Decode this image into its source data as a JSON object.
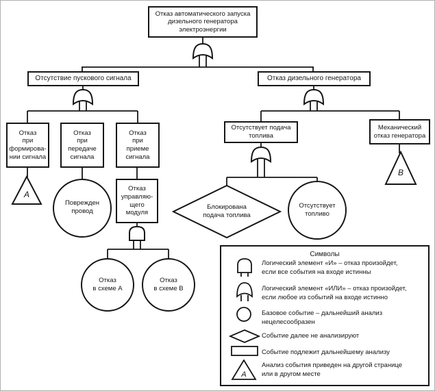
{
  "nodes": {
    "root": "Отказ автоматического запуска\nдизельного генератора\nэлектроэнергии",
    "no_start_signal": "Отсутствие пускового сигнала",
    "fail_forming": "Отказ\nпри\nформирова-\nнии сигнала",
    "fail_transmit": "Отказ\nпри\nпередаче\nсигнала",
    "fail_receive": "Отказ\nпри\nприеме\nсигнала",
    "transfer_a": "А",
    "damaged_wire": "Поврежден\nпровод",
    "control_module": "Отказ\nуправляю-\nщего\nмодуля",
    "fail_circuit_a": "Отказ\nв схеме А",
    "fail_circuit_b": "Отказ\nв схеме В",
    "generator_fail": "Отказ дизельного генератора",
    "no_fuel_supply": "Отсутствует подача\nтоплива",
    "mech_fail": "Механический\nотказ генератора",
    "transfer_b": "В",
    "fuel_blocked": "Блокирована\nподача топлива",
    "no_fuel": "Отсутствует\nтопливо"
  },
  "legend": {
    "title": "Символы",
    "rows": [
      {
        "symbol": "and-gate",
        "text": "Логический элемент «И» – отказ произойдет,\nесли все события на входе истинны"
      },
      {
        "symbol": "or-gate",
        "text": "Логический элемент «ИЛИ» – отказ произойдет,\nесли любое из событий на входе истинно"
      },
      {
        "symbol": "basic-event-circle",
        "text": "Базовое событие – дальнейший анализ\nнецелесообразен"
      },
      {
        "symbol": "undeveloped-event-diamond",
        "text": "Событие далее не анализируют"
      },
      {
        "symbol": "event-rectangle",
        "text": "Событие подлежит дальнейшему анализу"
      },
      {
        "symbol": "transfer-triangle",
        "text": "Анализ события приведен на другой странице\nили в другом месте",
        "triangle_label": "А"
      }
    ]
  },
  "colors": {
    "line": "#161616",
    "background": "#ffffff"
  }
}
